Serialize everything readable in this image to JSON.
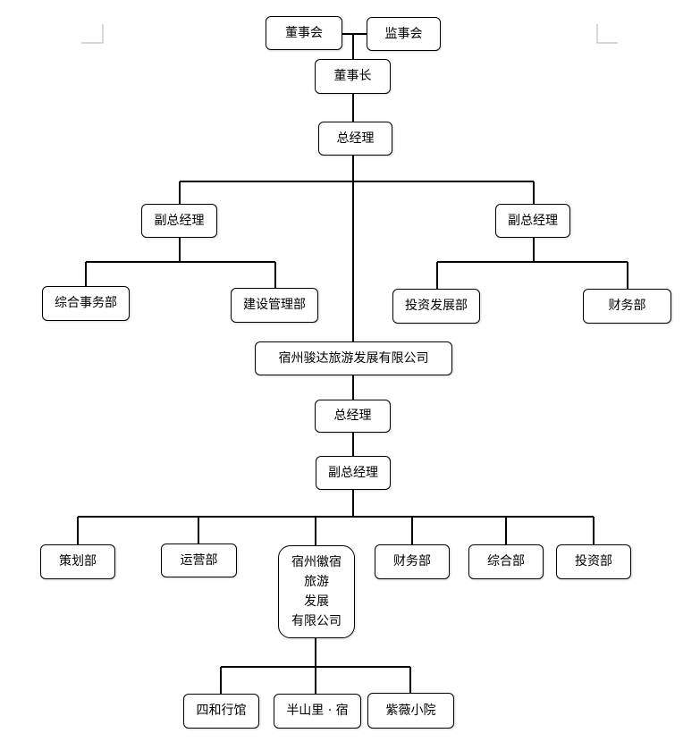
{
  "nodes": {
    "board": "董事会",
    "supervisory": "监事会",
    "chairman": "董事长",
    "gm_top": "总经理",
    "vgm_left": "副总经理",
    "vgm_right": "副总经理",
    "general_affairs": "综合事务部",
    "construction": "建设管理部",
    "investment_dev": "投资发展部",
    "finance_top": "财务部",
    "junda_company": "宿州骏达旅游发展有限公司",
    "gm_sub": "总经理",
    "vgm_sub": "副总经理",
    "planning": "策划部",
    "operations": "运营部",
    "huisu_line1": "宿州徽宿",
    "huisu_line2": "旅游",
    "huisu_line3": "发展",
    "huisu_line4": "有限公司",
    "finance_sub": "财务部",
    "general_sub": "综合部",
    "investment_sub": "投资部",
    "sihe_hotel": "四和行馆",
    "banshanli": "半山里 · 宿",
    "ziwei": "紫薇小院"
  }
}
